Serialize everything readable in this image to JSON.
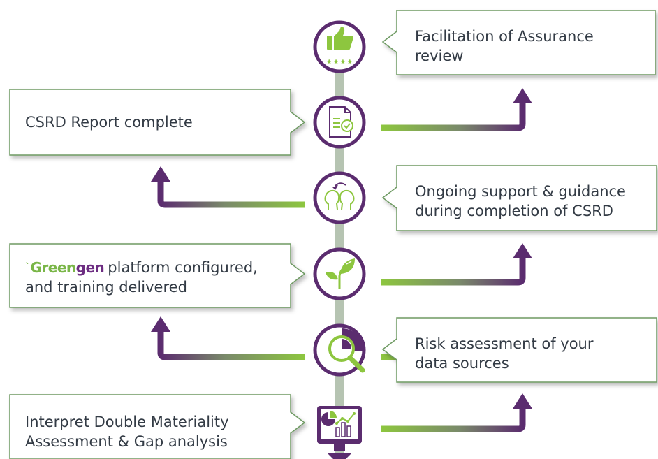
{
  "steps": [
    {
      "text": "Facilitation of Assurance review",
      "line1": "Facilitation of Assurance",
      "line2": "review",
      "icon": "thumbs-up-rating-icon"
    },
    {
      "text": "CSRD Report complete",
      "line1": "CSRD Report complete",
      "icon": "report-check-icon"
    },
    {
      "text": "Ongoing support & guidance during completion of CSRD",
      "line1": "Ongoing support & guidance",
      "line2": "during completion of CSRD",
      "icon": "two-heads-dialogue-icon"
    },
    {
      "text": "platform configured, and training delivered",
      "brand_green": "Green",
      "brand_purple": "gen",
      "line1_rest": "platform configured,",
      "line2": "and training delivered",
      "icon": "plant-leaves-icon"
    },
    {
      "text": "Risk assessment of your data sources",
      "line1": "Risk assessment of your",
      "line2": "data sources",
      "icon": "magnifier-pie-icon"
    },
    {
      "text": "Interpret Double Materiality Assessment & Gap analysis",
      "line1": "Interpret Double Materiality",
      "line2": "Assessment & Gap analysis",
      "icon": "monitor-chart-icon"
    }
  ],
  "colors": {
    "purple": "#5b2c6f",
    "green": "#8dc63f",
    "spine": "#b6c4b2",
    "box_border": "#6e9a62",
    "text": "#333b45"
  }
}
